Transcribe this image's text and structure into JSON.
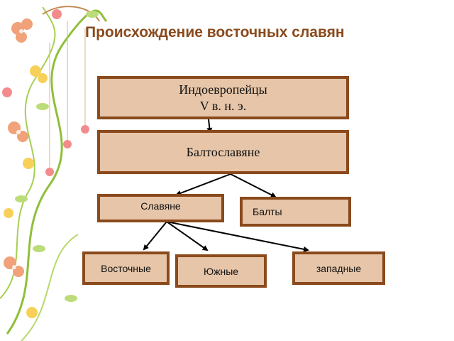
{
  "title": "Происхождение восточных славян",
  "colors": {
    "box_fill": "#e6c5a8",
    "box_border": "#8a4a1c",
    "title": "#8a4a1c",
    "arrow": "#000000"
  },
  "nodes": {
    "indoeuropeans": {
      "line1": "Индоевропейцы",
      "line2": "V в. н. э."
    },
    "baltoslavs": {
      "label": "Балтославяне"
    },
    "slavs": {
      "label": "Славяне"
    },
    "balts": {
      "label": "Балты"
    },
    "eastern": {
      "label": "Восточные"
    },
    "southern": {
      "label": "Южные"
    },
    "western": {
      "label": "западные"
    }
  },
  "edges": [
    {
      "from": "indoeuropeans",
      "to": "baltoslavs"
    },
    {
      "from": "baltoslavs",
      "to": "slavs"
    },
    {
      "from": "baltoslavs",
      "to": "balts"
    },
    {
      "from": "slavs",
      "to": "eastern"
    },
    {
      "from": "slavs",
      "to": "southern"
    },
    {
      "from": "slavs",
      "to": "western"
    }
  ],
  "decoration": {
    "icon": "floral-vine-border"
  }
}
